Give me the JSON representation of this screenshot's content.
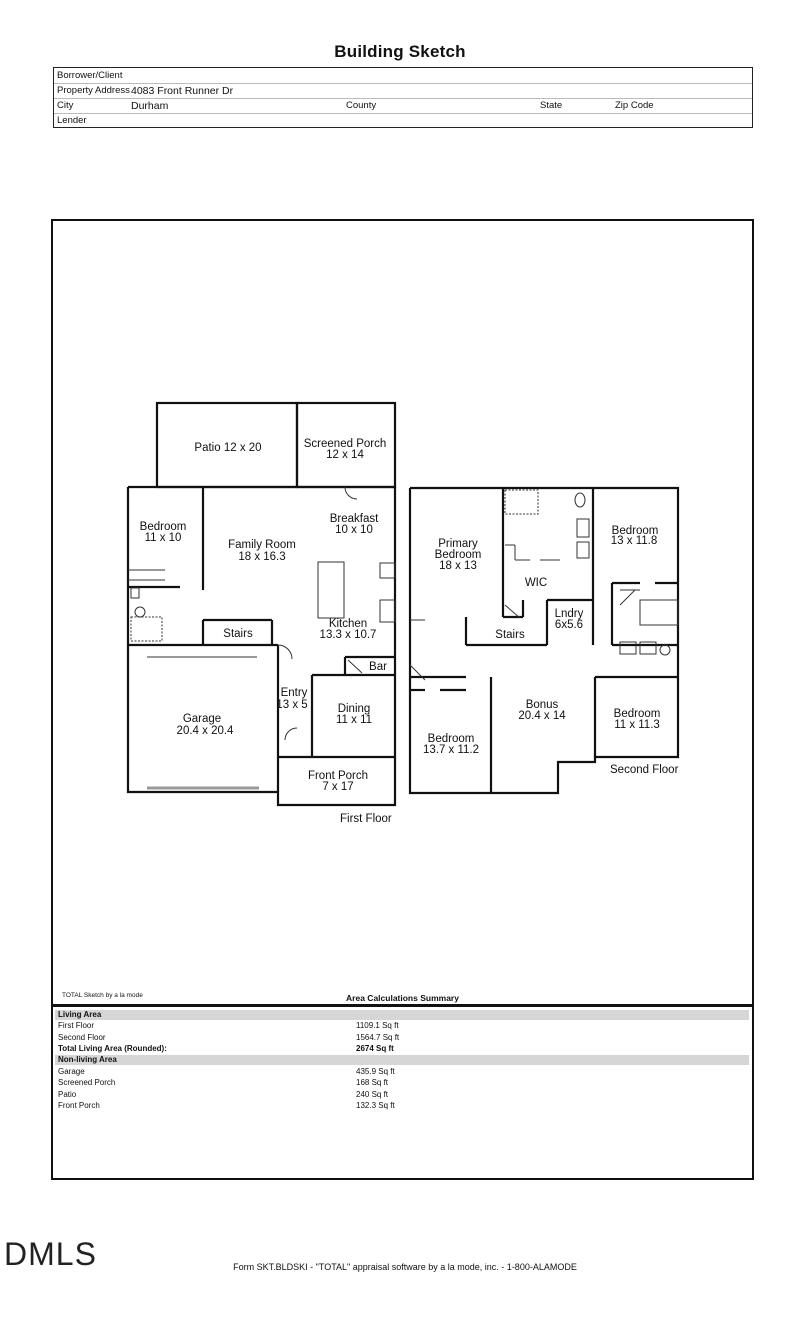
{
  "header": {
    "title": "Building Sketch"
  },
  "info": {
    "borrower_label": "Borrower/Client",
    "address_label": "Property Address",
    "address_value": "4083 Front Runner Dr",
    "city_label": "City",
    "city_value": "Durham",
    "county_label": "County",
    "state_label": "State",
    "zip_label": "Zip Code",
    "lender_label": "Lender"
  },
  "sketch": {
    "first_floor_label": "First Floor",
    "second_floor_label": "Second Floor",
    "rooms": {
      "patio": "Patio 12 x 20",
      "screened_porch_name": "Screened Porch",
      "screened_porch_dims": "12 x 14",
      "bedroom1_name": "Bedroom",
      "bedroom1_dims": "11 x 10",
      "family_name": "Family Room",
      "family_dims": "18 x 16.3",
      "breakfast_name": "Breakfast",
      "breakfast_dims": "10 x 10",
      "stairs1": "Stairs",
      "kitchen_name": "Kitchen",
      "kitchen_dims": "13.3 x 10.7",
      "bar": "Bar",
      "entry_name": "Entry",
      "entry_dims": "13 x 5",
      "garage_name": "Garage",
      "garage_dims": "20.4 x 20.4",
      "dining_name": "Dining",
      "dining_dims": "11 x 11",
      "front_porch_name": "Front Porch",
      "front_porch_dims": "7 x 17",
      "primary_name1": "Primary",
      "primary_name2": "Bedroom",
      "primary_dims": "18 x 13",
      "wic": "WIC",
      "bedroom2_name": "Bedroom",
      "bedroom2_dims": "13 x 11.8",
      "lndry_name": "Lndry",
      "lndry_dims": "6x5.6",
      "stairs2": "Stairs",
      "bonus_name": "Bonus",
      "bonus_dims": "20.4 x 14",
      "bedroom3_name": "Bedroom",
      "bedroom3_dims": "11 x 11.3",
      "bedroom4_name": "Bedroom",
      "bedroom4_dims": "13.7 x 11.2"
    }
  },
  "summary": {
    "credit": "TOTAL Sketch by a la mode",
    "title": "Area Calculations Summary",
    "living_header": "Living Area",
    "first_floor_name": "First Floor",
    "first_floor_value": "1109.1 Sq ft",
    "second_floor_name": "Second Floor",
    "second_floor_value": "1564.7 Sq ft",
    "total_name": "Total Living Area (Rounded):",
    "total_value": "2674 Sq ft",
    "nonliving_header": "Non-living Area",
    "garage_name": "Garage",
    "garage_value": "435.9 Sq ft",
    "screened_name": "Screened Porch",
    "screened_value": "168 Sq ft",
    "patio_name": "Patio",
    "patio_value": "240 Sq ft",
    "front_porch_name": "Front Porch",
    "front_porch_value": "132.3 Sq ft"
  },
  "footer": {
    "text": "Form SKT.BLDSKI - \"TOTAL\" appraisal software by a la mode, inc. - 1-800-ALAMODE"
  },
  "logo": {
    "text": "DMLS"
  }
}
